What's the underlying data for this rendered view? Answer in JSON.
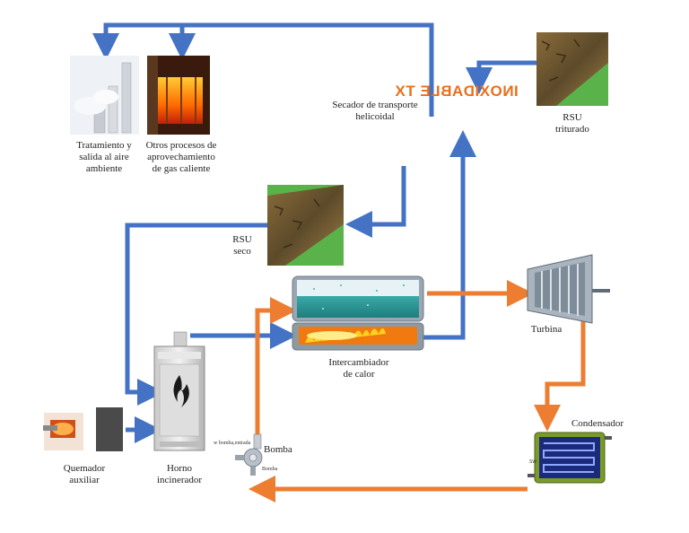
{
  "labels": {
    "tratamiento": "Tratamiento y\nsalida al aire\nambiente",
    "otros_procesos": "Otros procesos de\naprovechamiento\nde gas caliente",
    "secador": "Secador de transporte\nhelicoidal",
    "brand": "INOXIDABLE TX",
    "rsu_triturado": "RSU\ntriturado",
    "rsu_seco": "RSU\nseco",
    "turbina": "Turbina",
    "intercambiador": "Intercambiador\nde calor",
    "condensador": "Condensador",
    "bomba": "Bomba",
    "quemador": "Quemador\nauxiliar",
    "horno": "Horno\nincinerador",
    "w_bomba": "w bomba,entrada",
    "bomba_sub": "Bomba"
  },
  "colors": {
    "blue_flow": "#4472c4",
    "orange_flow": "#ed7d31",
    "brand": "#e8701c"
  }
}
